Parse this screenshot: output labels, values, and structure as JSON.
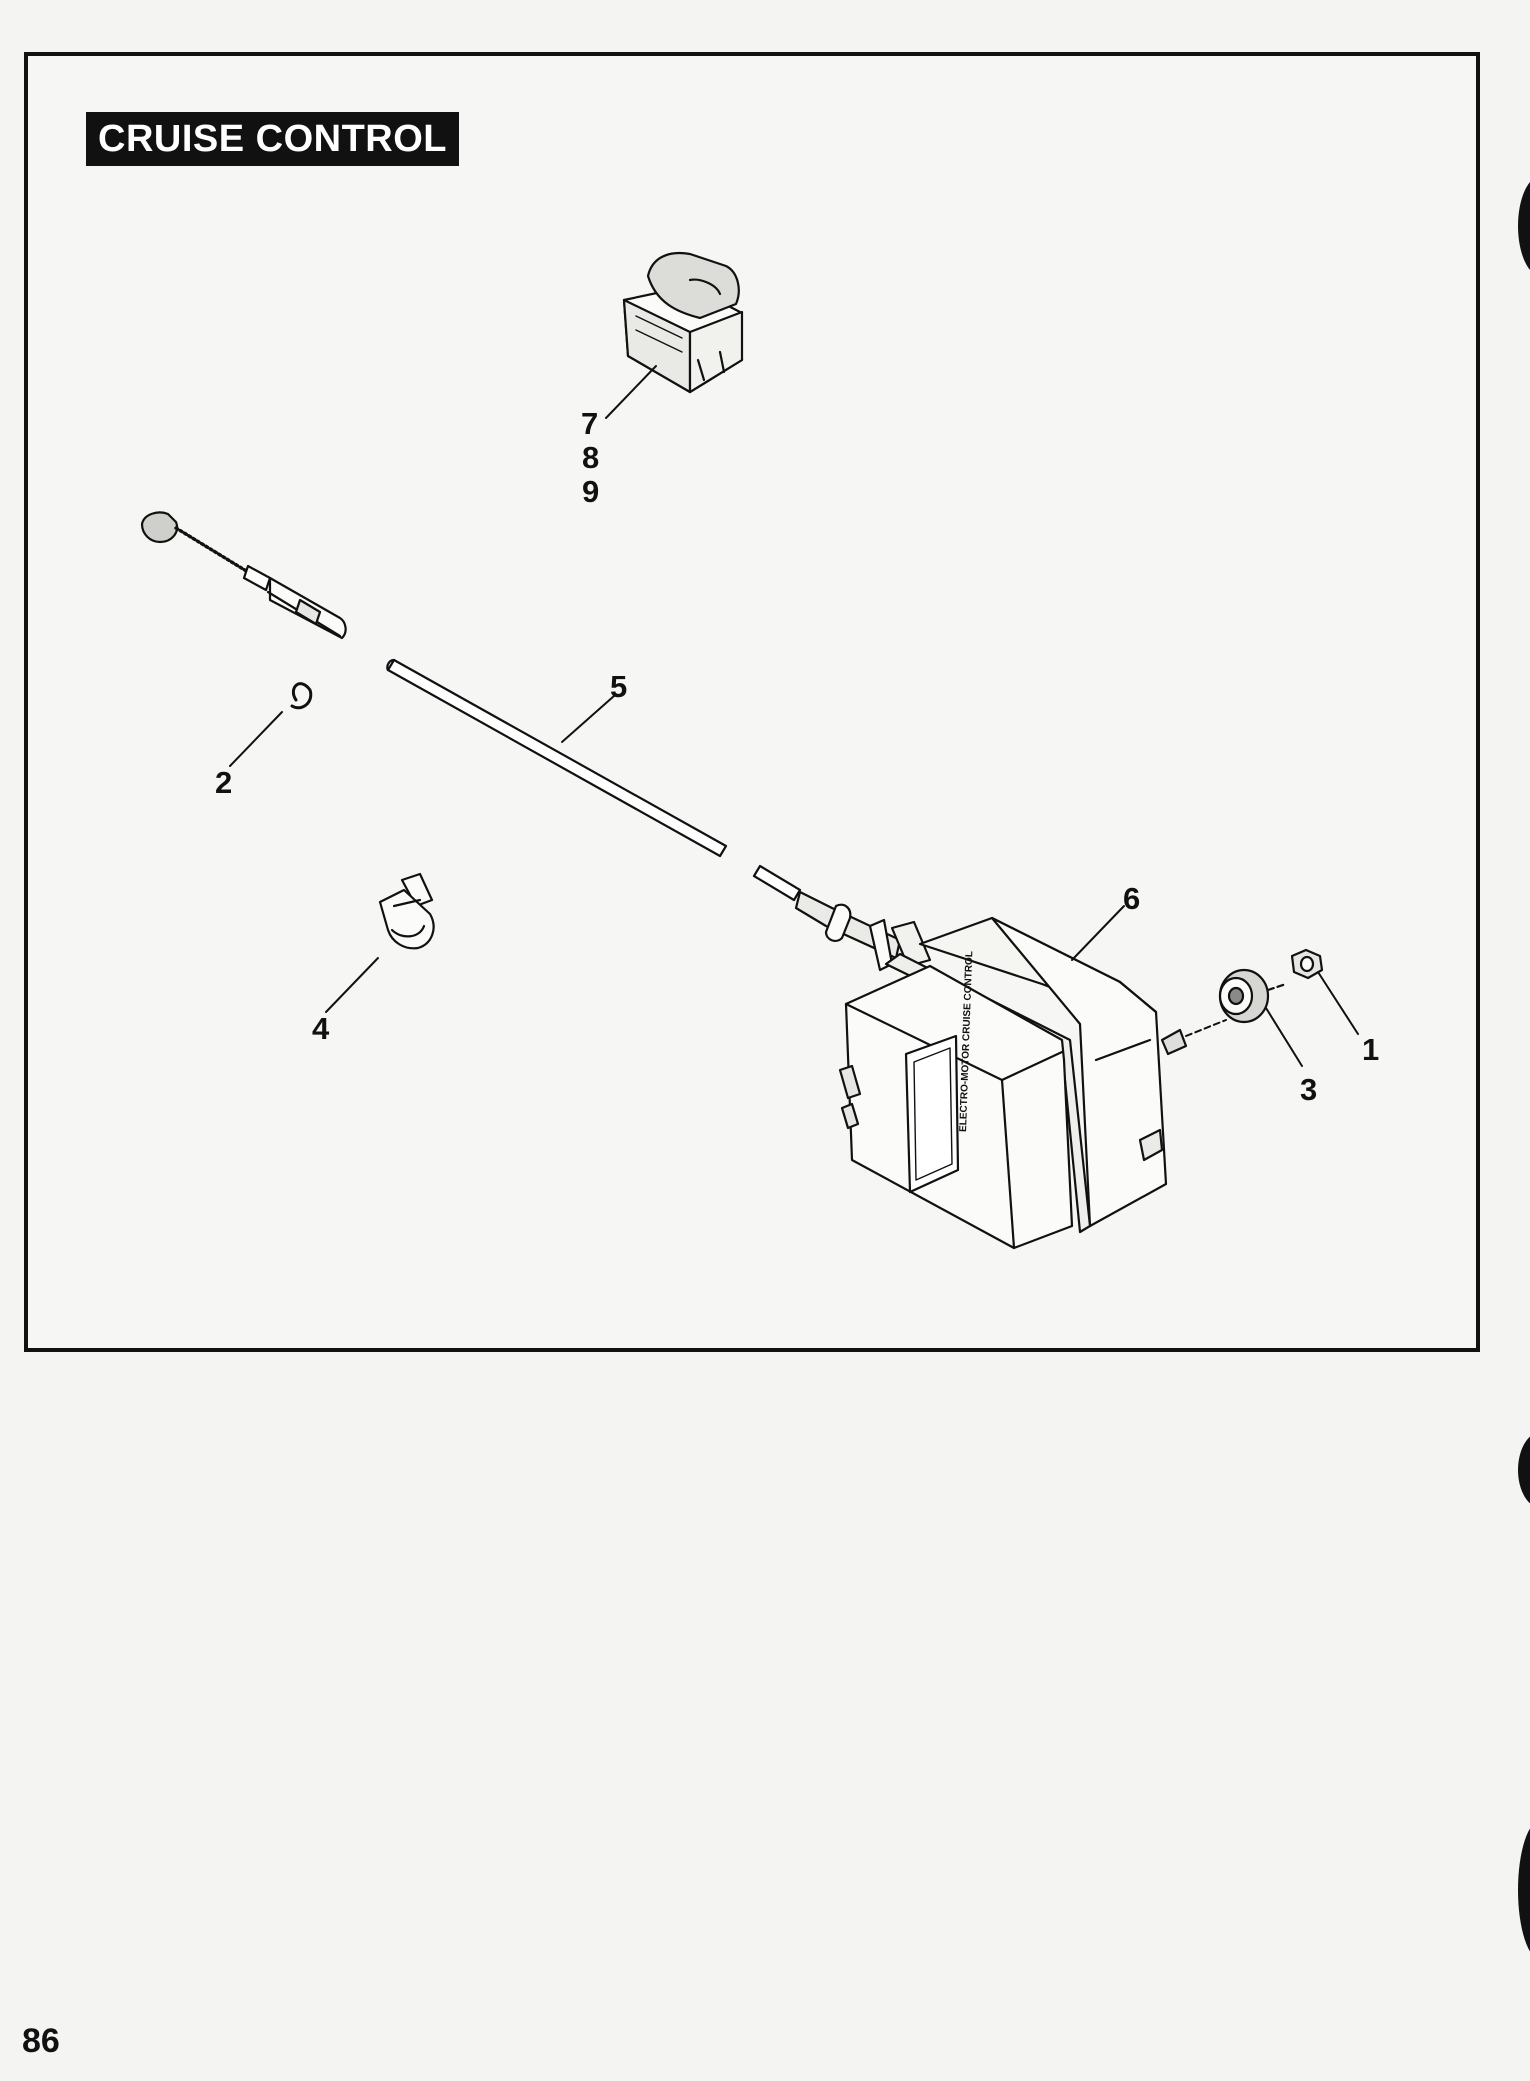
{
  "page": {
    "title": "CRUISE CONTROL",
    "page_number": "86"
  },
  "module_label": "ELECTRO-MOTOR CRUISE CONTROL",
  "callouts": {
    "c1": "1",
    "c2": "2",
    "c3": "3",
    "c4": "4",
    "c5": "5",
    "c6": "6",
    "c7": "7",
    "c8": "8",
    "c9": "9"
  },
  "colors": {
    "ink": "#111111",
    "paper": "#f4f4f2",
    "part_fill": "#fbfbfa"
  }
}
